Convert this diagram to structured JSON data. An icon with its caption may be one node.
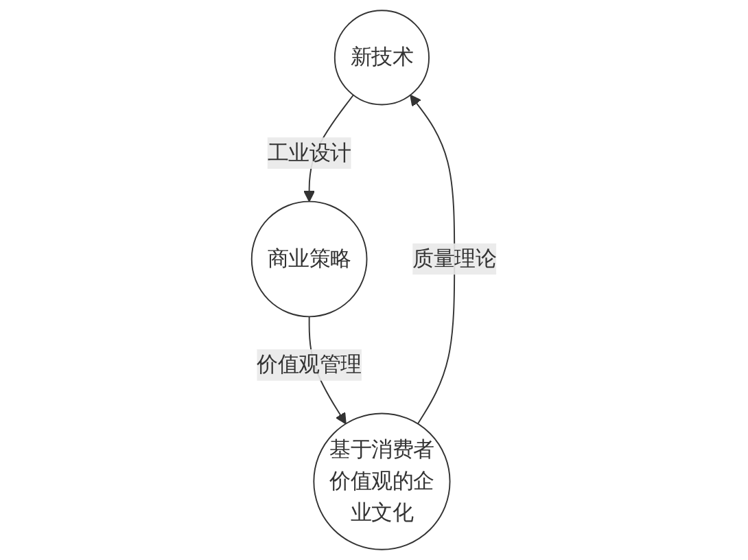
{
  "diagram": {
    "nodes": [
      {
        "text": [
          "新技术"
        ]
      },
      {
        "text": [
          "商业策略"
        ]
      },
      {
        "text": [
          "基于消费者价值观的企业文化"
        ]
      }
    ],
    "edges": [
      {
        "from": 0,
        "to": 1,
        "arrow": "to",
        "label": "工业设计"
      },
      {
        "from": 1,
        "to": 2,
        "arrow": "to",
        "label": "价值观管理"
      },
      {
        "from": 2,
        "to": 0,
        "arrow": "to",
        "label": "质量理论"
      }
    ]
  }
}
